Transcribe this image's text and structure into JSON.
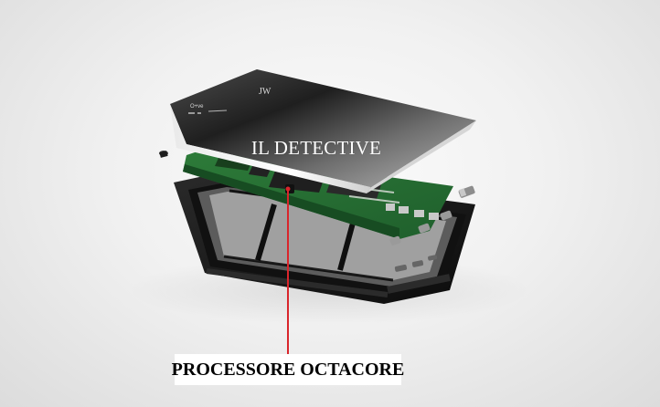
{
  "image": {
    "overlay_title": "IL DETECTIVE",
    "callout_label": "PROCESSORE OCTACORE",
    "device_logo_text": "JW",
    "device_side_text": "O+ve",
    "palette": {
      "background": "#efefef",
      "shell": "#2a2a2a",
      "pcb": "#2c7a38",
      "frame": "#141414",
      "leader_line": "#d9252b",
      "label_text": "#000000",
      "label_background": "#ffffff"
    }
  }
}
